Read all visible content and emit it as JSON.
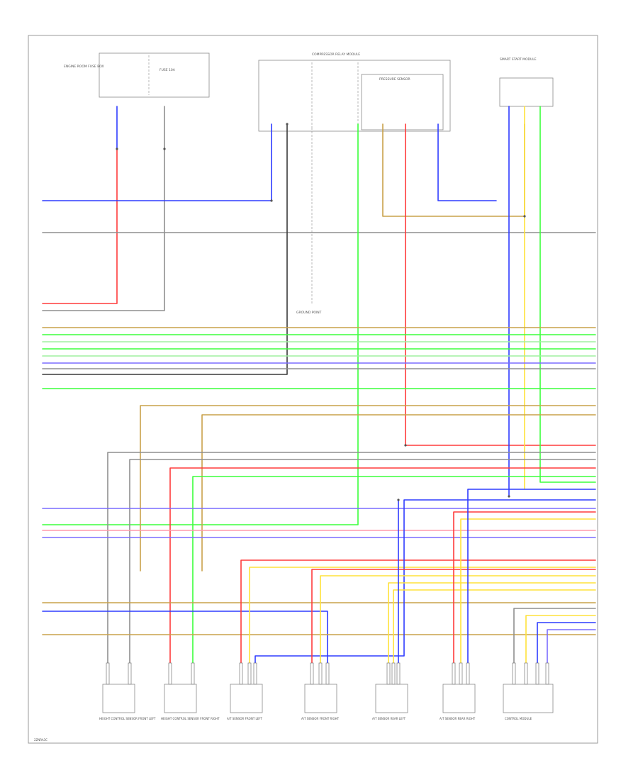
{
  "colors": {
    "blue": "#2f3cff",
    "red": "#ff3b3b",
    "green": "#3cff3c",
    "yellow": "#ffe23a",
    "tan": "#c9a24a",
    "gray": "#8f8f8f",
    "black": "#3a3a3a",
    "pink": "#ff9aaa",
    "lightgreen": "#9ff09f",
    "violet": "#7a6cff"
  },
  "diagram": {
    "footer_code": "2ZNRA3C",
    "top_modules": [
      {
        "id": "fuse_left",
        "label": "ENGINE ROOM FUSE BOX"
      },
      {
        "id": "fuse_right",
        "label": "FUSE 10A"
      },
      {
        "id": "relay_unit",
        "label": "COMPRESSOR RELAY MODULE"
      },
      {
        "id": "pressure",
        "label": "PRESSURE SENSOR"
      },
      {
        "id": "right_module",
        "label": "SMART START MODULE"
      }
    ],
    "ground_label": "GROUND POINT",
    "bottom_components": [
      {
        "id": "c1",
        "label": "HEIGHT CONTROL SENSOR FRONT LEFT"
      },
      {
        "id": "c2",
        "label": "HEIGHT CONTROL SENSOR FRONT RIGHT"
      },
      {
        "id": "c3",
        "label": "A/T SENSOR FRONT LEFT"
      },
      {
        "id": "c4",
        "label": "A/T SENSOR FRONT RIGHT"
      },
      {
        "id": "c5",
        "label": "A/T SENSOR REAR LEFT"
      },
      {
        "id": "c6",
        "label": "A/T SENSOR REAR RIGHT"
      },
      {
        "id": "c7",
        "label": "CONTROL MODULE"
      }
    ]
  }
}
